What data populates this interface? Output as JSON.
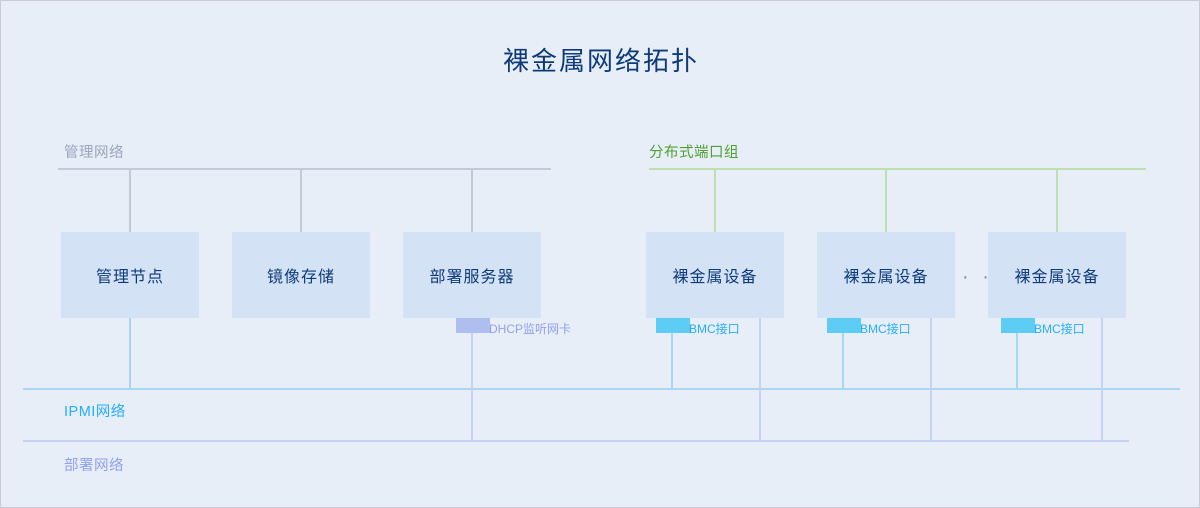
{
  "title": "裸金属网络拓扑",
  "zones": {
    "management_network": "管理网络",
    "distributed_port_group": "分布式端口组",
    "ipmi_network": "IPMI网络",
    "deployment_network": "部署网络"
  },
  "nodes": [
    {
      "label": "管理节点"
    },
    {
      "label": "镜像存储"
    },
    {
      "label": "部署服务器"
    },
    {
      "label": "裸金属设备"
    },
    {
      "label": "裸金属设备"
    },
    {
      "label": "裸金属设备"
    }
  ],
  "nics": {
    "dhcp": "DHCP监听网卡",
    "bmc_1": "BMC接口",
    "bmc_2": "BMC接口",
    "bmc_3": "BMC接口"
  },
  "ellipsis": "· · ·",
  "colors": {
    "background": "#e8eef7",
    "title": "#0d3b7a",
    "node_fill": "#d4e2f5",
    "node_text": "#0d3b7a",
    "management_line": "#c2cada",
    "management_label": "#9aa6bd",
    "port_group_line": "#bedfae",
    "port_group_label": "#4da233",
    "ipmi_line": "#a9d6f4",
    "ipmi_label": "#24aefb",
    "deploy_line": "#c3d2f6",
    "deploy_label": "#8fa2ef",
    "dhcp_nic": "#aebeee",
    "bmc_nic": "#5ecdf5"
  }
}
